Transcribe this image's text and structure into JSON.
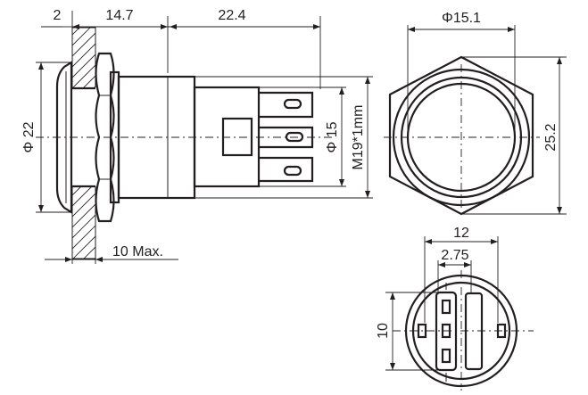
{
  "side_view": {
    "dim_panel": "2",
    "dim_nut_section": "14.7",
    "dim_terminals": "22.4",
    "dim_head_diameter": "Φ 22",
    "dim_body_diameter": "Φ 15",
    "dim_thread": "M19*1mm",
    "dim_panel_max": "10 Max."
  },
  "front_view": {
    "dim_cap_diameter": "Φ15.1",
    "dim_nut_across_corners": "25.2"
  },
  "rear_view": {
    "dim_width": "12",
    "dim_pin_pitch": "2.75",
    "dim_height": "10"
  }
}
